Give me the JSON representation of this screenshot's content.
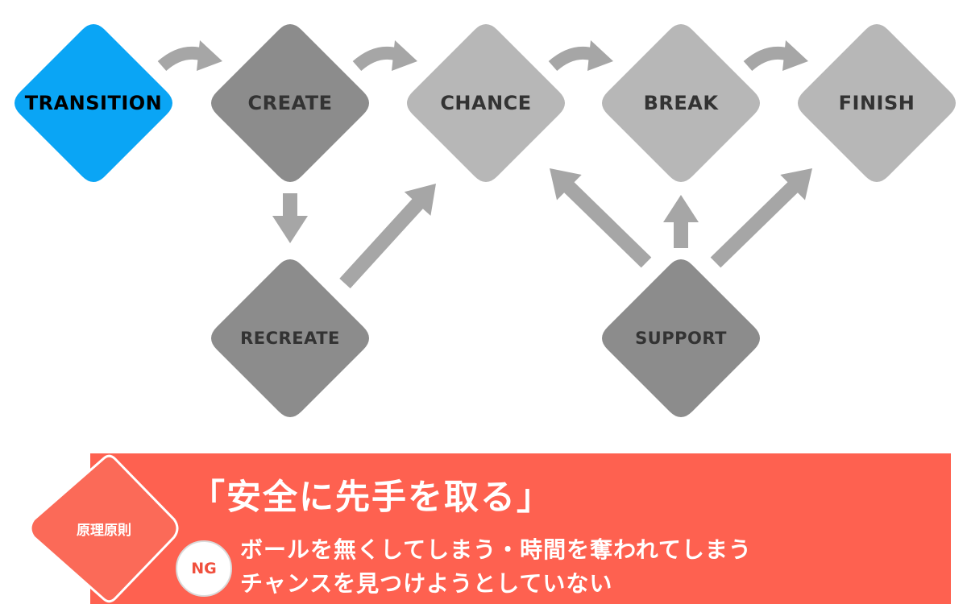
{
  "flow": {
    "nodes": [
      {
        "id": "transition",
        "label": "TRANSITION",
        "color": "#0aa5f5",
        "active": true
      },
      {
        "id": "create",
        "label": "CREATE",
        "color": "#8c8c8c"
      },
      {
        "id": "chance",
        "label": "CHANCE",
        "color": "#b7b7b7"
      },
      {
        "id": "break",
        "label": "BREAK",
        "color": "#b7b7b7"
      },
      {
        "id": "finish",
        "label": "FINISH",
        "color": "#b7b7b7"
      },
      {
        "id": "recreate",
        "label": "RECREATE",
        "color": "#8c8c8c"
      },
      {
        "id": "support",
        "label": "SUPPORT",
        "color": "#8c8c8c"
      }
    ],
    "links": [
      {
        "from": "transition",
        "to": "create"
      },
      {
        "from": "create",
        "to": "chance"
      },
      {
        "from": "chance",
        "to": "break"
      },
      {
        "from": "break",
        "to": "finish"
      },
      {
        "from": "create",
        "to": "recreate"
      },
      {
        "from": "recreate",
        "to": "chance"
      },
      {
        "from": "support",
        "to": "chance"
      },
      {
        "from": "support",
        "to": "break"
      },
      {
        "from": "support",
        "to": "finish"
      }
    ],
    "arrow_color": "#a6a6a6"
  },
  "principle": {
    "badge": "原理原則",
    "headline": "「安全に先手を取る」",
    "ng_label": "NG",
    "ng_lines": [
      "ボールを無くしてしまう・時間を奪われてしまう",
      "チャンスを見つけようとしていない"
    ],
    "color": "#fe6150",
    "badge_color": "#fb6a58"
  }
}
